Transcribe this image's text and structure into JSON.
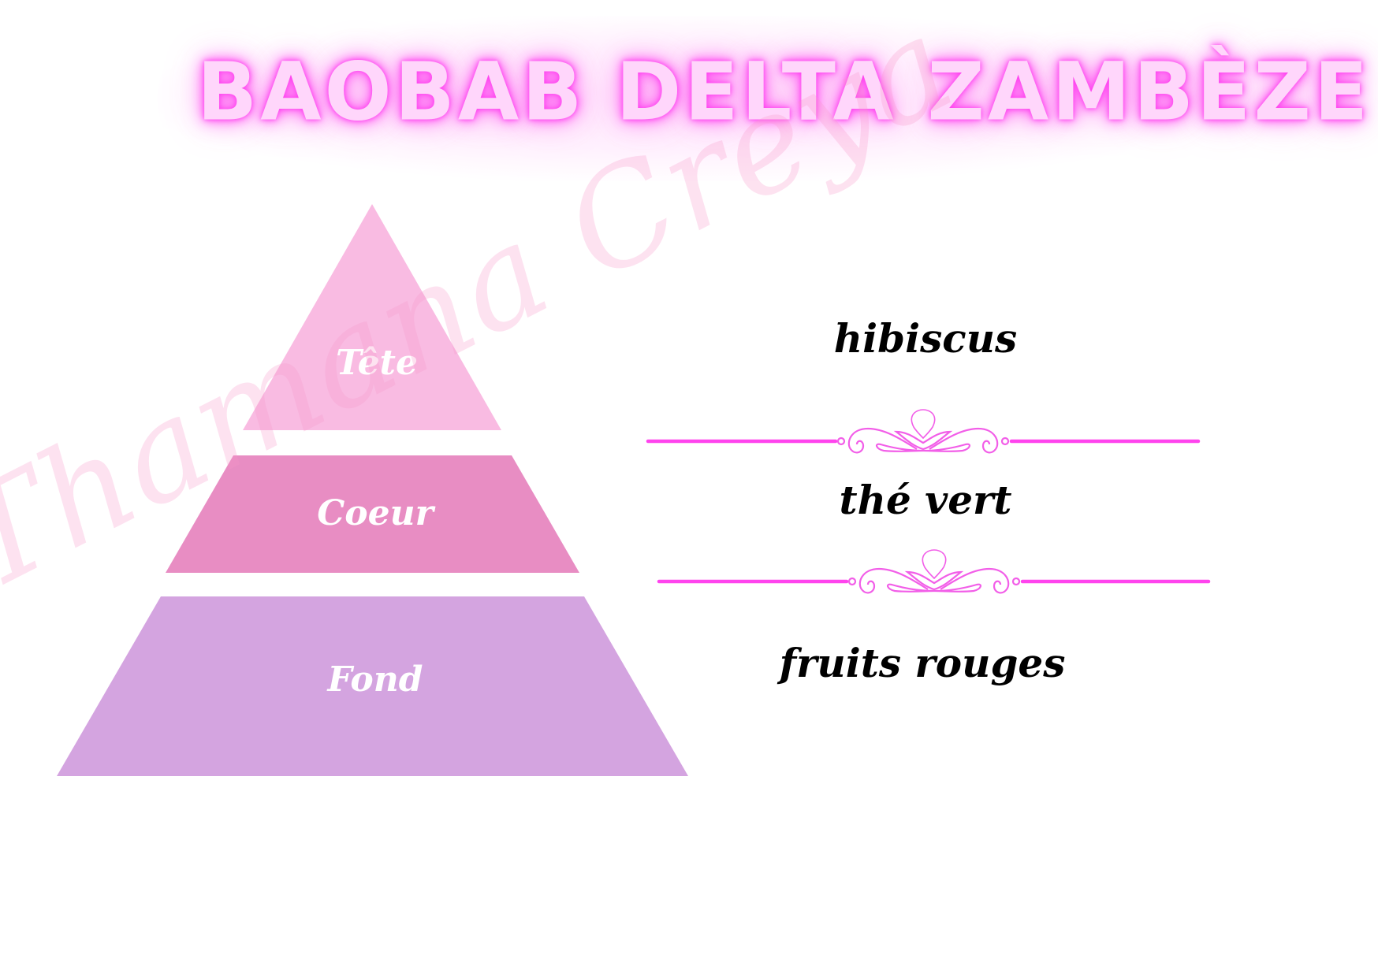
{
  "title": "BAOBAB DELTA ZAMBÈZE",
  "pyramid": {
    "layers": [
      {
        "label": "Tête",
        "color": "#f9bbe2"
      },
      {
        "label": "Coeur",
        "color": "#e88dc3"
      },
      {
        "label": "Fond",
        "color": "#d4a4e0"
      }
    ]
  },
  "notes": [
    {
      "text": "hibiscus"
    },
    {
      "text": "thé vert"
    },
    {
      "text": "fruits rouges"
    }
  ],
  "divider": {
    "color": "#ff44ee",
    "ornament_icon": "flourish-ornament-icon"
  },
  "watermark": "Thamana Creya",
  "colors": {
    "title_fill": "#ffd6fb",
    "title_glow": "#ff4cf0",
    "note_text": "#000000",
    "layer_text": "#ffffff"
  }
}
